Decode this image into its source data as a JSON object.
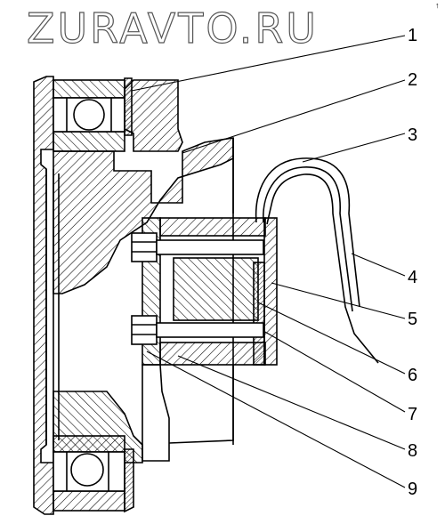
{
  "watermark": "ZURAVTO.RU",
  "corner_mark": "↑",
  "callouts": [
    "1",
    "2",
    "3",
    "4",
    "5",
    "6",
    "7",
    "8",
    "9"
  ],
  "colors": {
    "line": "#000000",
    "background": "#ffffff",
    "watermark_outline": "#555555"
  }
}
